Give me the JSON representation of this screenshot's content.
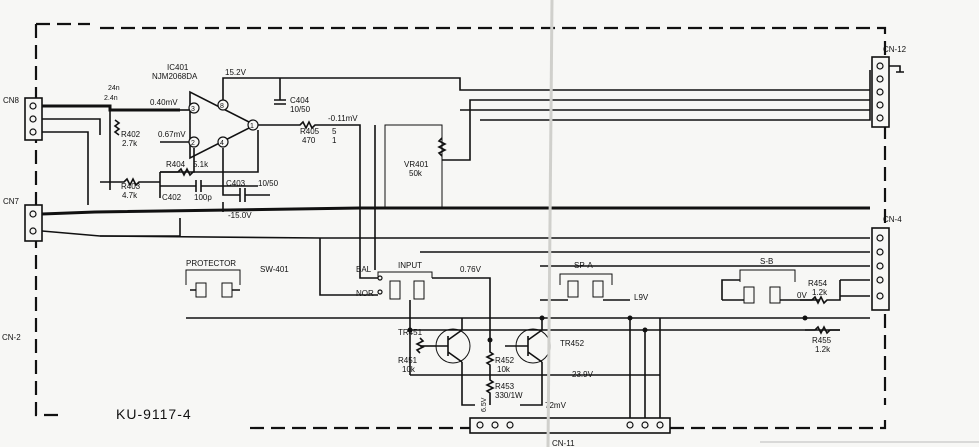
{
  "board_id": "KU-9117-4",
  "connectors": {
    "cn8": "CN8",
    "cn7": "CN7",
    "cn12": "CN-12",
    "cn4": "CN-4",
    "cn2": "CN-2",
    "cn11": "CN-11"
  },
  "ic": {
    "ref": "IC401",
    "part": "NJM2068DA",
    "pin3": "3",
    "pin2": "2",
    "pin8": "8",
    "pin4": "4",
    "pin1": "1"
  },
  "voltages": {
    "v152": "15.2V",
    "v040": "0.40mV",
    "v067": "0.67mV",
    "neg011": "-0.11mV",
    "neg150": "-15.0V",
    "v076": "0.76V",
    "v239": "23.9V",
    "v65": "6.5V",
    "v72m": "72mV",
    "l9v": "L9V",
    "v0": "0V"
  },
  "components": {
    "r402": "R402",
    "r402v": "2.7k",
    "r403": "R403",
    "r403v": "4.7k",
    "r404": "R404",
    "r404v": "5.1k",
    "c402": "C402",
    "c402v": "100p",
    "c403": "C403",
    "c403v": "10/50",
    "c404": "C404",
    "c404v": "10/50",
    "r405": "R405",
    "r405v": "470",
    "r405n": "5",
    "r405m": "1",
    "vr401": "VR401",
    "vr401v": "50k",
    "r451": "R451",
    "r451v": "10k",
    "r452": "R452",
    "r452v": "10k",
    "r453": "R453",
    "r453v": "330/1W",
    "r454": "R454",
    "r454v": "1.2k",
    "r455": "R455",
    "r455v": "1.2k",
    "tr451": "TR451",
    "tr452": "TR452"
  },
  "switches": {
    "protector": "PROTECTOR",
    "sw401": "SW-401",
    "input": "INPUT",
    "bal": "BAL",
    "nor": "NOR",
    "spa": "SP-A",
    "spb": "S-B"
  },
  "edge_text": {
    "left_top": "24n",
    "left_bottom": "2.4n"
  }
}
